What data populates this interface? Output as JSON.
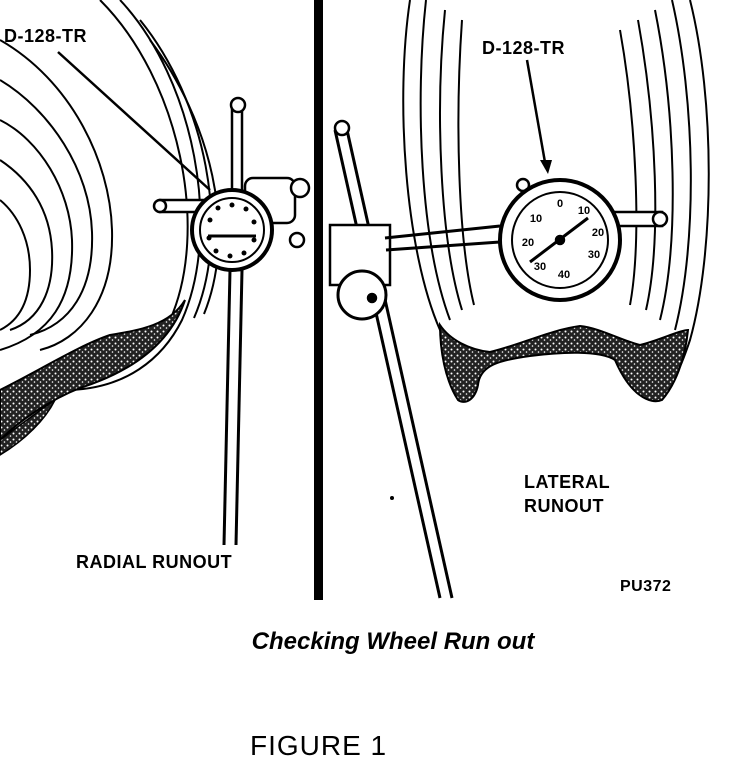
{
  "left_panel": {
    "tool_label": "D-128-TR",
    "caption": "RADIAL RUNOUT"
  },
  "right_panel": {
    "tool_label": "D-128-TR",
    "caption_line1": "LATERAL",
    "caption_line2": "RUNOUT",
    "code": "PU372"
  },
  "gauge_dial_numbers": [
    "0",
    "10",
    "20",
    "30",
    "40",
    "30",
    "20",
    "10"
  ],
  "caption": "Checking Wheel Run out",
  "figure_title": "FIGURE 1",
  "colors": {
    "ink": "#000000",
    "paper": "#ffffff"
  }
}
